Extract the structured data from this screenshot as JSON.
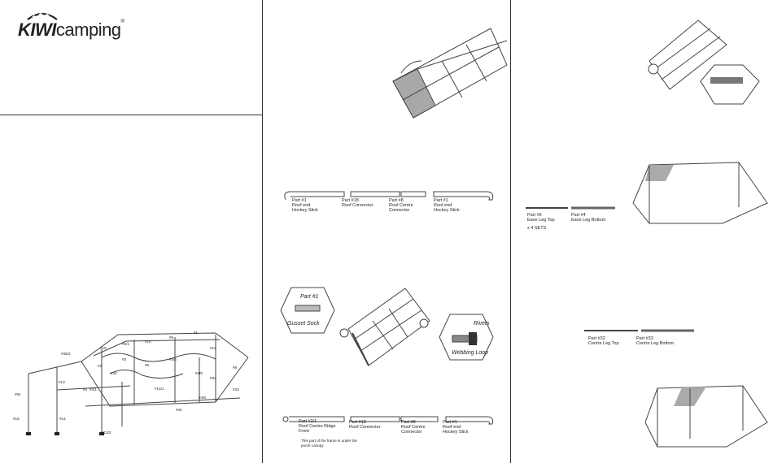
{
  "brand": {
    "name_bold": "KIWI",
    "name_light": "camping",
    "mark": "®"
  },
  "frame_labels": [
    "#35/2",
    "#18",
    "#3/1",
    "#10",
    "#5",
    "#1",
    "#12",
    "#13",
    "#2",
    "#3",
    "#6",
    "#4/5",
    "#32",
    "#4/6",
    "#12",
    "#33",
    "#61",
    "#14",
    "#4/1",
    "#15",
    "#5",
    "#14/1",
    "#13/2",
    "#9",
    "#4/8",
    "#14",
    "#20",
    "#4/4",
    "#34",
    "#33"
  ],
  "panel2": {
    "step1_parts": [
      {
        "part": "Part #1",
        "desc": "Roof end\nHockey Stick"
      },
      {
        "part": "Part #18",
        "desc": "Roof Connector"
      },
      {
        "part": "Part #8",
        "desc": "Roof Centre\nConnector"
      },
      {
        "part": "Part #1",
        "desc": "Roof end\nHockey Stick"
      }
    ],
    "detail_left": {
      "title": "Part #1",
      "caption": "Gusset Sock"
    },
    "detail_right": {
      "top": "Rivets",
      "caption": "Webbing Loop"
    },
    "step2_parts": [
      {
        "part": "Part #2/1",
        "desc": "Roof Centre Ridge\nFront"
      },
      {
        "part": "Part #18",
        "desc": "Roof Connector"
      },
      {
        "part": "Part #8",
        "desc": "Roof Centre\nConnector"
      },
      {
        "part": "Part #1",
        "desc": "Roof end\nHockey Stick"
      }
    ],
    "porch_note": "This part of the frame is under the\nporch canopy"
  },
  "panel3": {
    "eave_parts": [
      {
        "part": "Part #5",
        "desc": "Eave Leg Top"
      },
      {
        "part": "Part #4",
        "desc": "Eave Leg Bottom"
      }
    ],
    "eave_sets": "x 4 SETS",
    "centre_parts": [
      {
        "part": "Part #32",
        "desc": "Centre Leg Top"
      },
      {
        "part": "Part #33",
        "desc": "Centre Leg Bottom"
      }
    ]
  }
}
